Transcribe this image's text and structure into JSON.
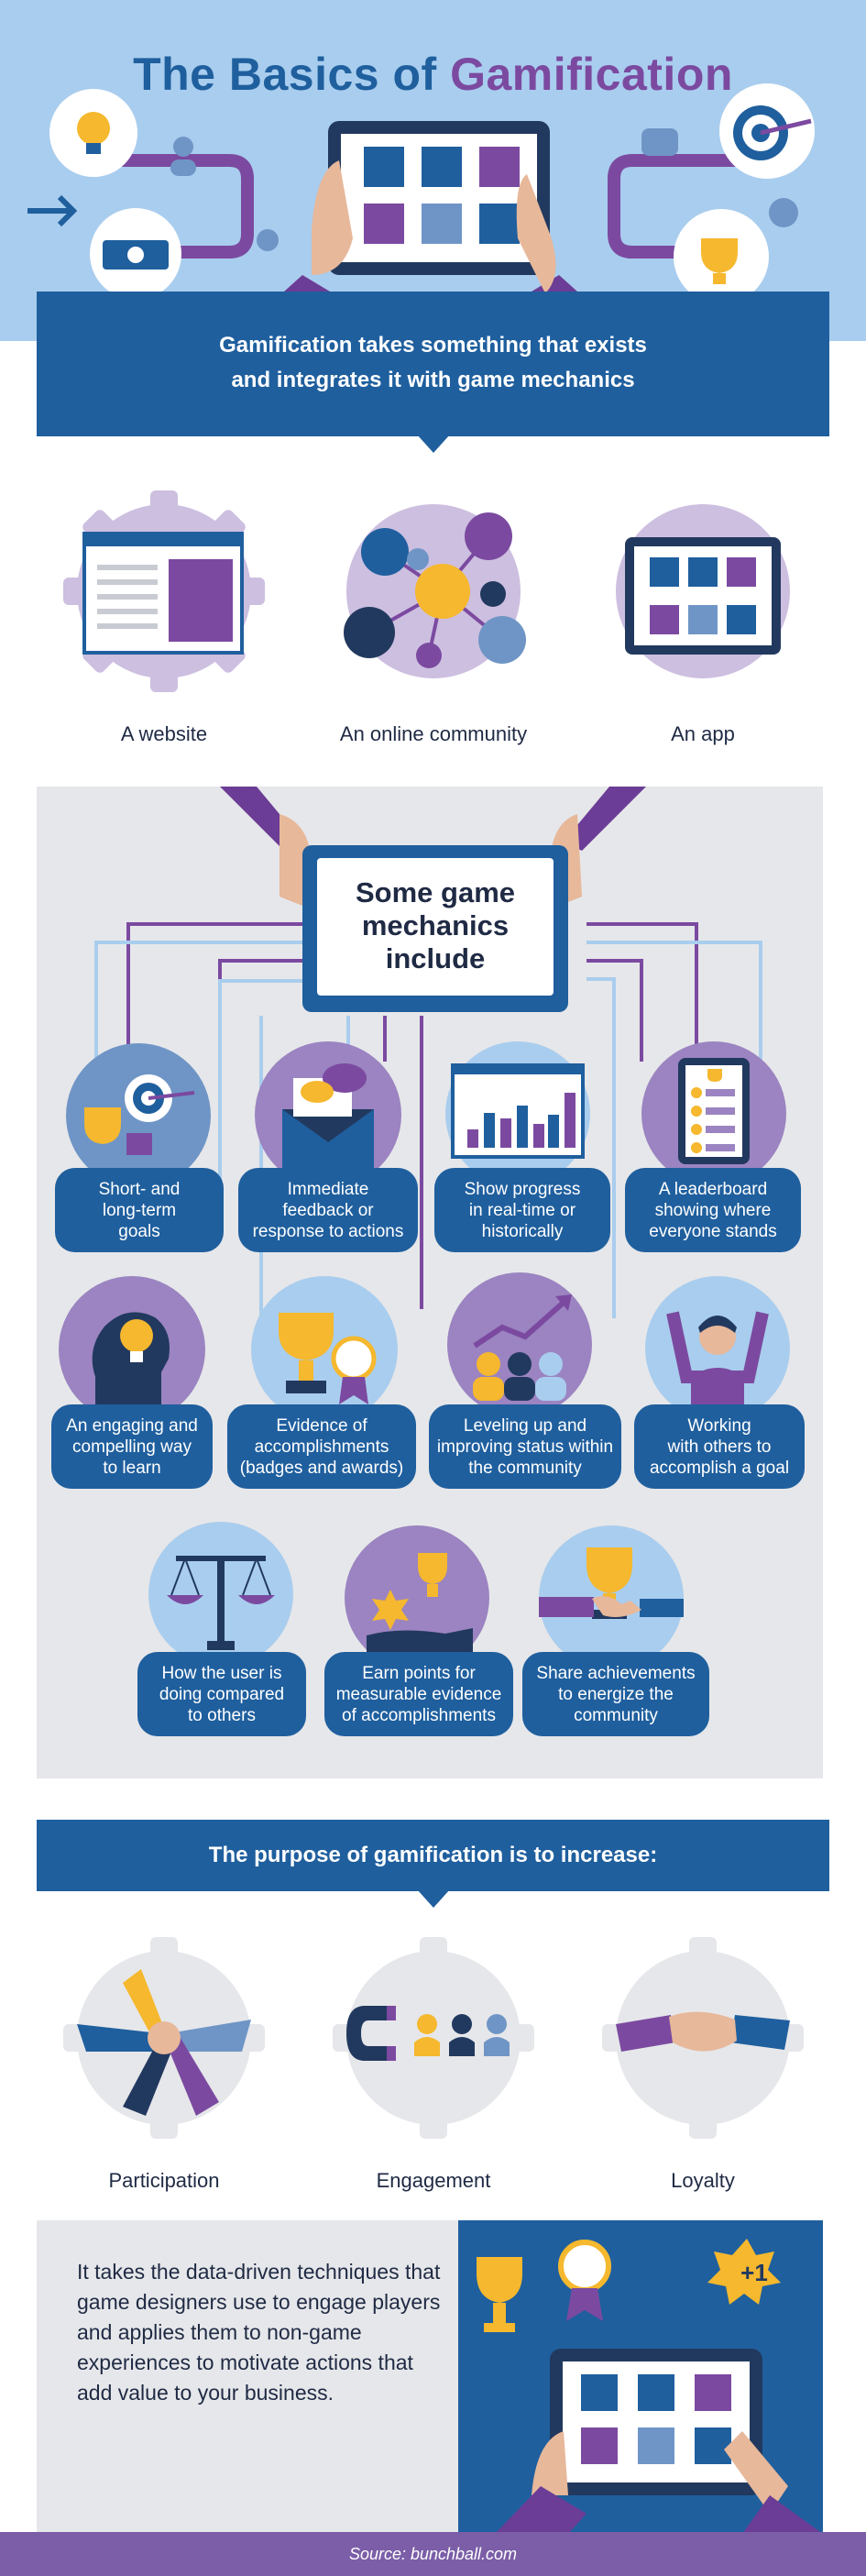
{
  "header": {
    "title_part1": "The Basics of ",
    "title_part2": "Gamification"
  },
  "intro_banner": {
    "line1": "Gamification takes something that exists",
    "line2": "and integrates it with game mechanics"
  },
  "examples": [
    {
      "label": "A website",
      "icon": "website-icon"
    },
    {
      "label": "An online community",
      "icon": "community-network-icon"
    },
    {
      "label": "An app",
      "icon": "app-tablet-icon"
    }
  ],
  "mechanics": {
    "title_line1": "Some game",
    "title_line2": "mechanics",
    "title_line3": "include",
    "items": [
      {
        "lines": [
          "Short- and",
          "long-term",
          "goals"
        ],
        "icon": "target-goal-icon"
      },
      {
        "lines": [
          "Immediate",
          "feedback or",
          "response to actions"
        ],
        "icon": "envelope-feedback-icon"
      },
      {
        "lines": [
          "Show progress",
          "in real-time or",
          "historically"
        ],
        "icon": "bar-chart-icon"
      },
      {
        "lines": [
          "A leaderboard",
          "showing where",
          "everyone stands"
        ],
        "icon": "leaderboard-icon"
      },
      {
        "lines": [
          "An engaging and",
          "compelling way",
          "to learn"
        ],
        "icon": "lightbulb-head-icon"
      },
      {
        "lines": [
          "Evidence of",
          "accomplishments",
          "(badges and awards)"
        ],
        "icon": "trophy-badge-icon"
      },
      {
        "lines": [
          "Leveling up and",
          "improving status within",
          "the community"
        ],
        "icon": "leveling-up-icon"
      },
      {
        "lines": [
          "Working",
          "with others to",
          "accomplish a goal"
        ],
        "icon": "teamwork-icon"
      },
      {
        "lines": [
          "How the user is",
          "doing compared",
          "to others"
        ],
        "icon": "scales-icon"
      },
      {
        "lines": [
          "Earn points for",
          "measurable evidence",
          "of accomplishments"
        ],
        "icon": "points-icon"
      },
      {
        "lines": [
          "Share achievements",
          "to energize the",
          "community"
        ],
        "icon": "share-trophy-icon"
      }
    ]
  },
  "purpose_banner": {
    "text": "The purpose of gamification is to increase:"
  },
  "purposes": [
    {
      "label": "Participation",
      "icon": "hands-together-icon"
    },
    {
      "label": "Engagement",
      "icon": "magnet-people-icon"
    },
    {
      "label": "Loyalty",
      "icon": "handshake-icon"
    }
  ],
  "closing": {
    "text": "It takes the data-driven techniques that game designers use to engage players and applies them to non-game experiences to motivate actions that add value to your business.",
    "badge": "+1"
  },
  "footer": {
    "source": "Source: bunchball.com"
  },
  "colors": {
    "blue_dark": "#1f5f9e",
    "blue_light": "#a9cdee",
    "purple": "#7b4aa0",
    "lavender": "#cdbfe0",
    "gold": "#f5b82e",
    "panel_gray": "#e6e7ea"
  }
}
